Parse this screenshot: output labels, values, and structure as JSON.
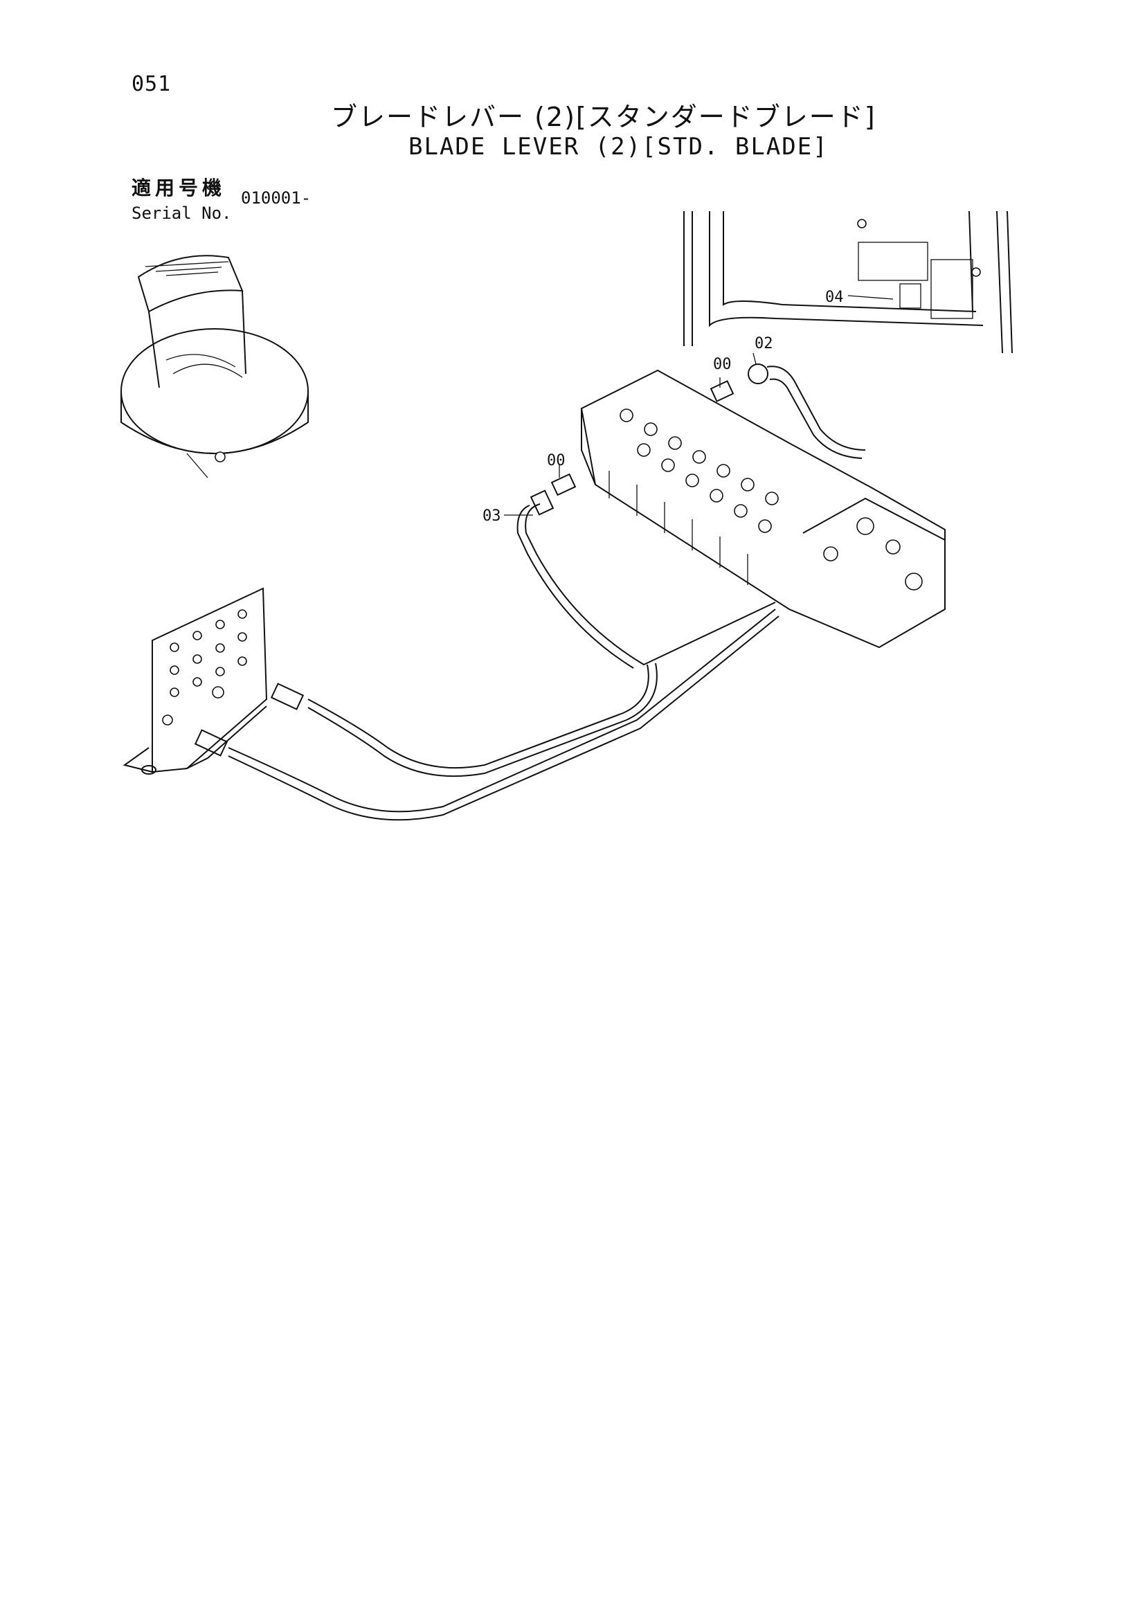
{
  "page_number": "051",
  "title_jp": "ブレードレバー (2)[スタンダードブレード]",
  "title_en": "BLADE LEVER (2)[STD. BLADE]",
  "serial": {
    "label_jp": "適用号機",
    "label_en": "Serial No.",
    "value": "010001-"
  },
  "part_labels": {
    "p00_top": "00",
    "p00_mid": "00",
    "p02": "02",
    "p03": "03",
    "p04": "04"
  }
}
